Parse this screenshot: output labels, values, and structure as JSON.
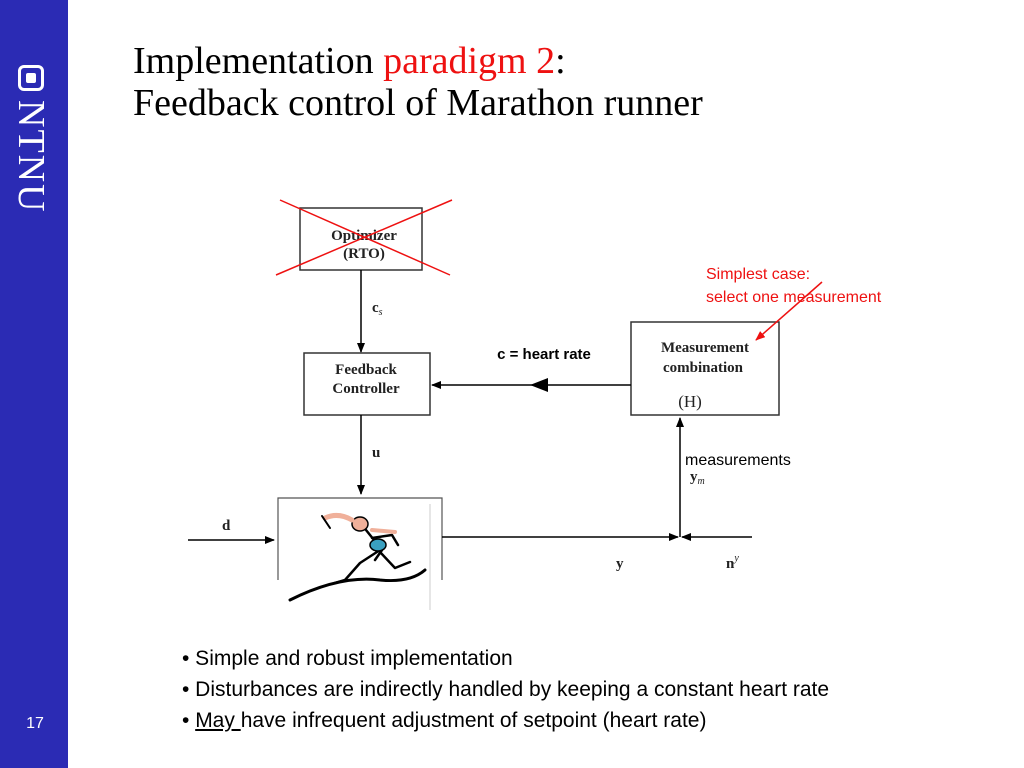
{
  "sidebar": {
    "logo_text": "NTNU",
    "slide_number": "17"
  },
  "title": {
    "line1_prefix": "Implementation",
    "line1_accent": "paradigm 2",
    "line1_suffix": ":",
    "line2": "Feedback control of Marathon runner"
  },
  "diagram": {
    "optimizer_line1": "Optimizer",
    "optimizer_line2": "(RTO)",
    "feedback_line1": "Feedback",
    "feedback_line2": "Controller",
    "measurement_line1": "Measurement",
    "measurement_line2": "combination",
    "measurement_H": "(H)",
    "label_cs": "c",
    "label_cs_sub": "s",
    "label_u": "u",
    "label_d": "d",
    "label_y": "y",
    "label_ym": "y",
    "label_ym_sub": "m",
    "label_ny": "n",
    "label_ny_sup": "y",
    "heart_rate_label": "c = heart rate",
    "measurements_label": "measurements",
    "annotation_line1": "Simplest case:",
    "annotation_line2": "select one measurement",
    "annotation_color": "#ee1111"
  },
  "bullets": {
    "b1": "• Simple and robust implementation",
    "b2": "• Disturbances are indirectly handled by keeping a constant heart rate",
    "b3_prefix": "• ",
    "b3_underlined": "May ",
    "b3_rest": "have infrequent adjustment of setpoint (heart rate)"
  },
  "colors": {
    "sidebar": "#2b2bb4",
    "accent": "#ee1111"
  }
}
